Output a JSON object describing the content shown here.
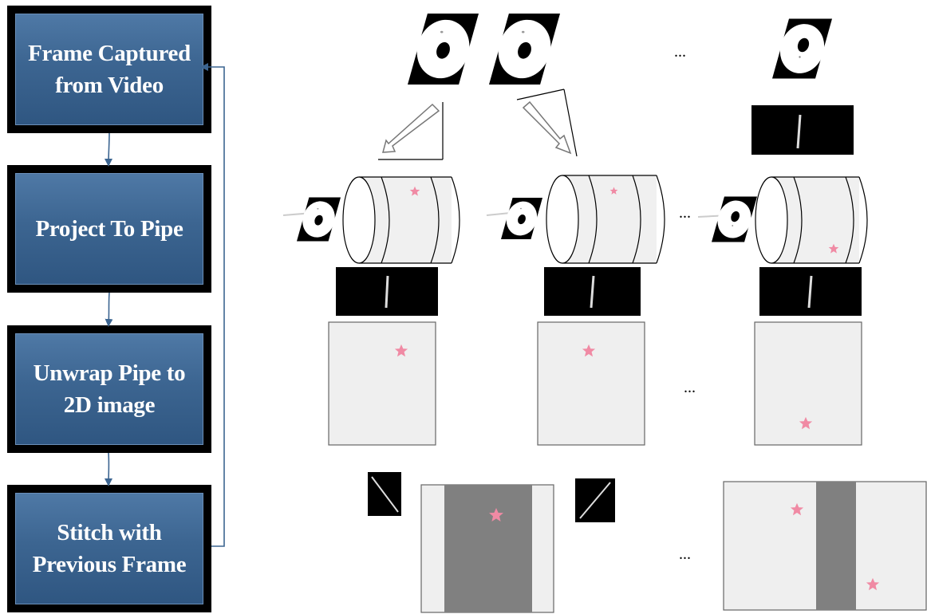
{
  "flowchart": {
    "steps": [
      {
        "label_line1": "Frame Captured",
        "label_line2": "from Video"
      },
      {
        "label_line1": "Project To Pipe",
        "label_line2": ""
      },
      {
        "label_line1": "Unwrap Pipe to",
        "label_line2": "2D image"
      },
      {
        "label_line1": "Stitch with",
        "label_line2": "Previous Frame"
      }
    ]
  },
  "ellipsis": "...",
  "colors": {
    "step_fill": "#3c6591",
    "step_border": "#000000",
    "arrow": "#3c6591",
    "star": "#f08aa4",
    "panel_gray": "#efefef",
    "overlap_gray": "#808080"
  },
  "icons": [
    "video-frame-icon",
    "pipe-cylinder-icon",
    "unwrapped-strip-icon",
    "star-icon",
    "direction-arrow-icon",
    "offset-line-icon"
  ]
}
